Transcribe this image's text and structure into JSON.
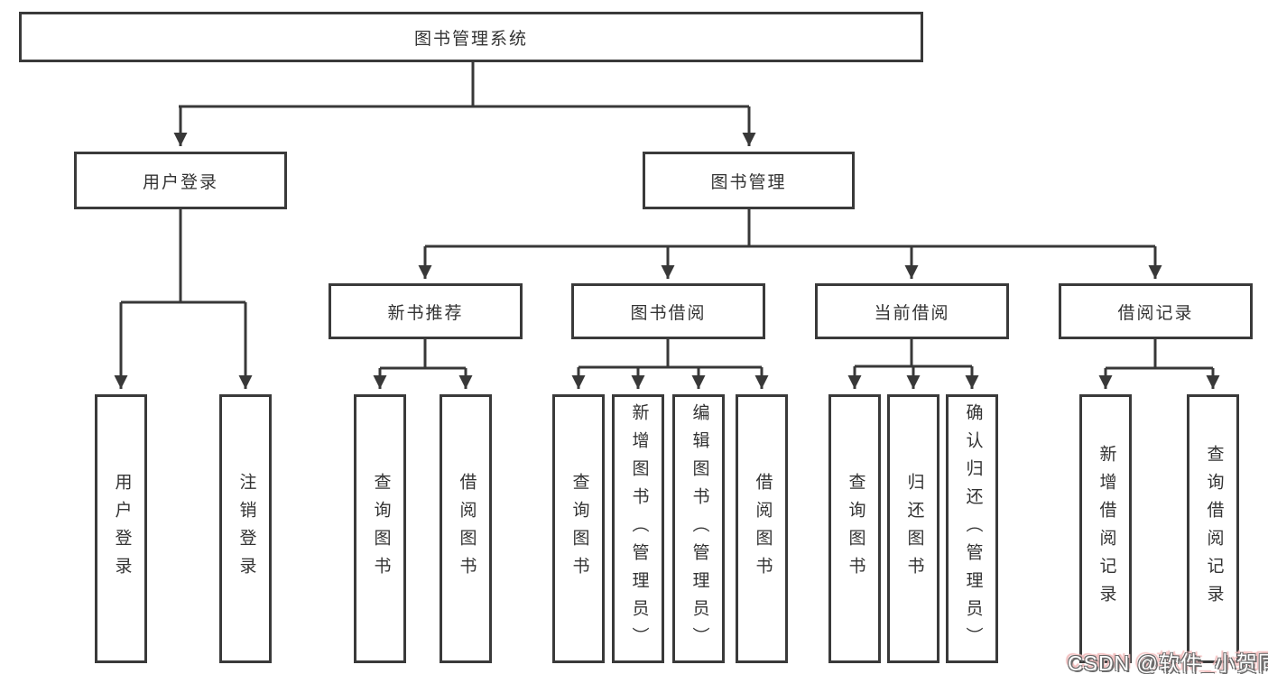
{
  "root": {
    "label": "图书管理系统"
  },
  "level2": [
    {
      "label": "用户登录"
    },
    {
      "label": "图书管理"
    }
  ],
  "level3": [
    {
      "label": "新书推荐"
    },
    {
      "label": "图书借阅"
    },
    {
      "label": "当前借阅"
    },
    {
      "label": "借阅记录"
    }
  ],
  "leaves": [
    {
      "label": "用户登录"
    },
    {
      "label": "注销登录"
    },
    {
      "label": "查询图书"
    },
    {
      "label": "借阅图书"
    },
    {
      "label": "查询图书"
    },
    {
      "label": "新增图书（管理员）"
    },
    {
      "label": "编辑图书（管理员）"
    },
    {
      "label": "借阅图书"
    },
    {
      "label": "查询图书"
    },
    {
      "label": "归还图书"
    },
    {
      "label": "确认归还（管理员）"
    },
    {
      "label": "新增借阅记录"
    },
    {
      "label": "查询借阅记录"
    }
  ],
  "watermark": {
    "text": "CSDN @软件_小贺同学"
  },
  "colors": {
    "line": "#383838",
    "border": "#3a3a3a",
    "text": "#333333",
    "background": "#ffffff",
    "watermark_text": "#ffffff",
    "watermark_shadow": "#6a6a6a",
    "watermark_pink": "#f2bcbc"
  }
}
